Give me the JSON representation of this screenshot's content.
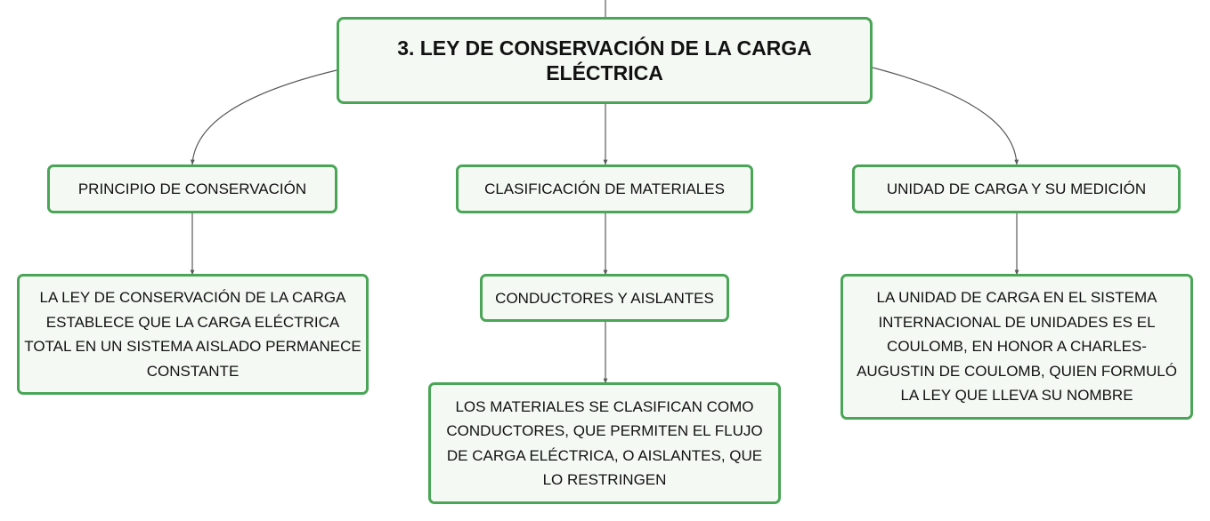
{
  "diagram": {
    "style": {
      "node_fill": "#f4faf3",
      "node_border": "#4aa557",
      "connector": "#5a5a5a",
      "text": "#111111"
    },
    "root": {
      "label": "3. LEY DE CONSERVACIÓN DE LA CARGA ELÉCTRICA"
    },
    "branches": [
      {
        "label": "PRINCIPIO DE CONSERVACIÓN",
        "children": [
          "LA LEY DE CONSERVACIÓN DE LA CARGA ESTABLECE QUE LA CARGA ELÉCTRICA TOTAL EN UN SISTEMA AISLADO PERMANECE CONSTANTE"
        ]
      },
      {
        "label": "CLASIFICACIÓN DE MATERIALES",
        "children": [
          "CONDUCTORES Y AISLANTES",
          "LOS MATERIALES SE CLASIFICAN COMO CONDUCTORES, QUE PERMITEN EL FLUJO DE CARGA ELÉCTRICA, O AISLANTES, QUE LO RESTRINGEN"
        ]
      },
      {
        "label": "UNIDAD DE CARGA Y SU MEDICIÓN",
        "children": [
          "LA UNIDAD DE CARGA EN EL SISTEMA INTERNACIONAL DE UNIDADES ES EL COULOMB, EN HONOR A CHARLES-AUGUSTIN DE COULOMB, QUIEN FORMULÓ LA LEY QUE LLEVA SU NOMBRE"
        ]
      }
    ]
  }
}
